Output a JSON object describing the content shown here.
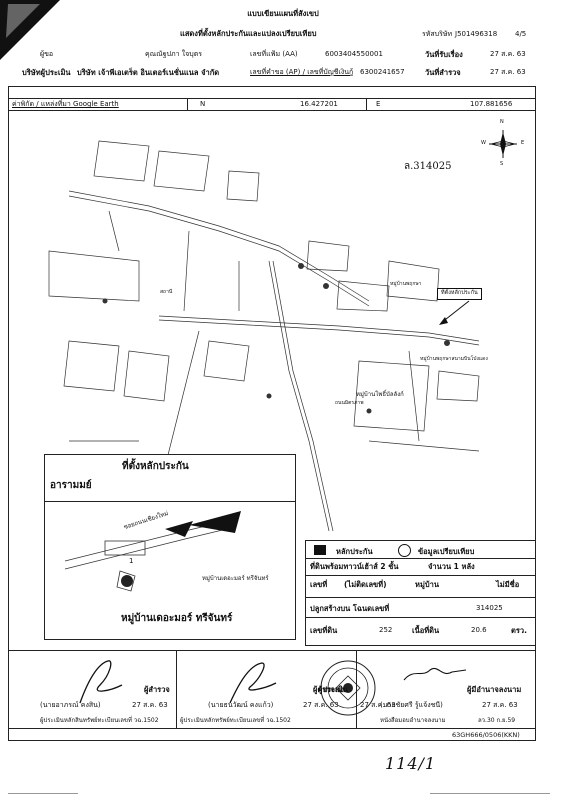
{
  "header": {
    "title": "แบบเขียนแผนที่สังเขป",
    "subtitle": "แสดงที่ตั้งหลักประกันและแปลงเปรียบเทียบ",
    "doc_code_label": "รหัสบริษัท",
    "doc_code": "J501496318",
    "page": "4/5",
    "row1_left": "ผู้ขอ",
    "owner": "คุณณัฐปภา ใจบุตร",
    "no_label": "เลขที่แฟ้ม (AA)",
    "no_value": "6003404550001",
    "date_label": "วันที่รับเรื่อง",
    "date_value": "27 ส.ค. 63",
    "company_label": "บริษัทผู้ประเมิน",
    "company": "บริษัท เจ้าพีเอเตร็ต อินเตอร์เนชั่นแนล จำกัด",
    "ref_label": "เลขที่คำขอ (AP) / เลขที่บัญชีเงินกู้",
    "ref_value": "6300241657",
    "survey_label": "วันที่สำรวจ",
    "survey_value": "27 ส.ค. 63"
  },
  "coords": {
    "label": "ค่าพิกัด / แหล่งที่มา Google Earth",
    "n_label": "N",
    "n_value": "16.427201",
    "e_label": "E",
    "e_value": "107.881656"
  },
  "compass": {
    "n": "N",
    "s": "S",
    "w": "W",
    "e": "E"
  },
  "map_labels": {
    "handwritten_code": "ล.314025",
    "village_1": "หมู่บ้านพฤกษา",
    "village_2": "หมู่บ้านพฤกษาสนามบินโป่งแดง",
    "village_3": "หมู่บ้านโพธิ์บัลลังก์",
    "road_label": "ถนนมิตรภาพ",
    "temple": "สถานี",
    "callout_box": "ที่ตั้งหลักประกัน"
  },
  "inset": {
    "title": "ที่ตั้งหลักประกัน",
    "left_label": "อารามมย์",
    "road": "ซอยถนนเชียงใหม่",
    "village": "หมู่บ้านเดอะมอร์ ทรีจันทร์",
    "number": "1"
  },
  "legend": {
    "collateral_label": "หลักประกัน",
    "comparison_label": "ข้อมูลเปรียบเทียบ",
    "row1": "ที่ดินพร้อมทาวน์เฮ้าส์ 2 ชั้น",
    "row1_count": "จำนวน 1 หลัง",
    "row2_a": "เลขที่",
    "row2_b": "(ไม่ติดเลขที่)",
    "row2_c": "หมู่บ้าน",
    "row2_d": "ไม่มีชื่อ",
    "row3_a": "ปลูกสร้างบน โฉนดเลขที่",
    "row3_b": "314025",
    "row4_a": "เลขที่ดิน",
    "row4_b": "252",
    "row4_c": "เนื้อที่ดิน",
    "row4_d": "20.6",
    "row4_e": "ตรว."
  },
  "signatures": {
    "s1_role": "ผู้สำรวจ",
    "s1_name": "(นายอาภรณ์ คงสิน)",
    "s1_date": "27 ส.ค. 63",
    "s1_license": "ผู้ประเมินหลักสินทรัพย์ทะเบียนเลขที่ วฉ.1502",
    "s2_role": "ผู้ตรวจสอบ",
    "s2_name": "(นายธนวัฒน์ คงแก้ว)",
    "s2_date": "27 ส.ค. 63",
    "s2_license": "ผู้ประเมินหลักทรัพย์ทะเบียนเลขที่ วฉ.1502",
    "s3_role": "ผู้ประเมิน",
    "s3_date": "27 ส.ค. 63",
    "s4_role": "ผู้มีอำนาจลงนาม",
    "s4_name": "(นายชัยศรี รู้แจ้งชนี)",
    "s4_date": "27 ส.ค. 63",
    "s4_license": "หนังสือมอบอำนาจลงนาม",
    "s4_license_date": "ลว.30 ก.ย.59"
  },
  "footer": {
    "form_code": "63GH666/0506(KKN)",
    "handwritten": "114/1"
  }
}
